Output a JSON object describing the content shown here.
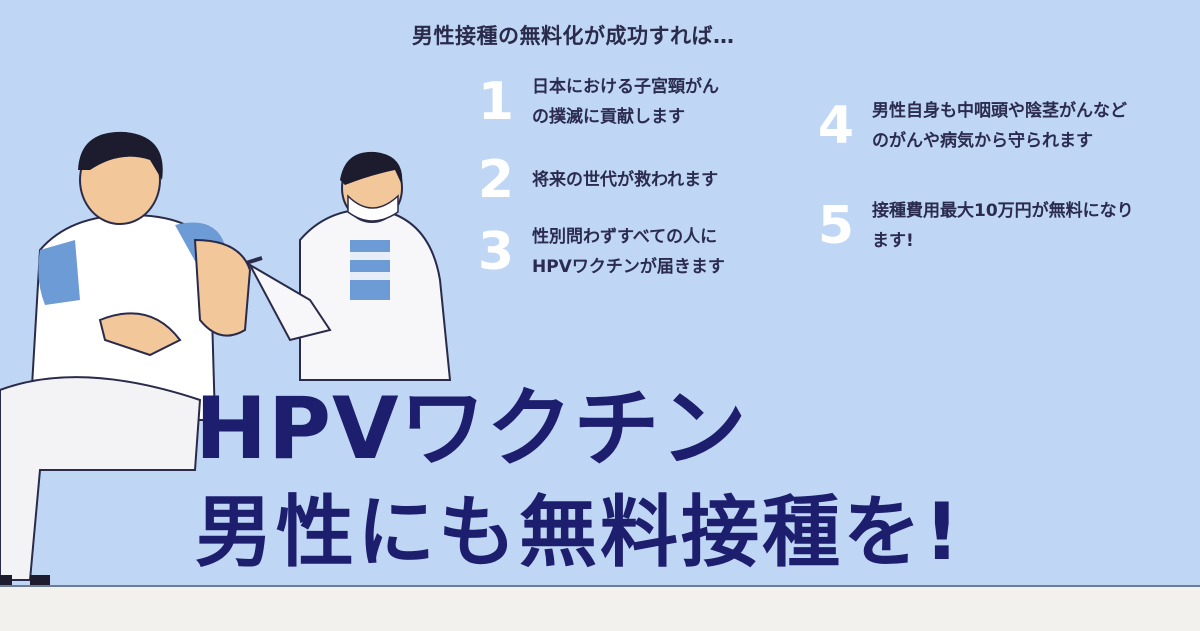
{
  "subheading": "男性接種の無料化が成功すれば…",
  "benefits": [
    {
      "number": "1",
      "lines": [
        "日本における子宮頸がん",
        "の撲滅に貢献します"
      ]
    },
    {
      "number": "2",
      "lines": [
        "将来の世代が救われます"
      ]
    },
    {
      "number": "3",
      "lines": [
        "性別問わずすべての人に",
        "HPVワクチンが届きます"
      ]
    },
    {
      "number": "4",
      "lines": [
        "男性自身も中咽頭や陰茎がんなど",
        "のがんや病気から守られます"
      ]
    },
    {
      "number": "5",
      "lines": [
        "接種費用最大10万円が無料になり",
        "ます!"
      ]
    }
  ],
  "headline": {
    "line1": "HPVワクチン",
    "line2": "男性にも無料接種を!"
  },
  "colors": {
    "background": "#bfd7f4",
    "headline": "#1e1e6e",
    "numbers": "#ffffff"
  }
}
